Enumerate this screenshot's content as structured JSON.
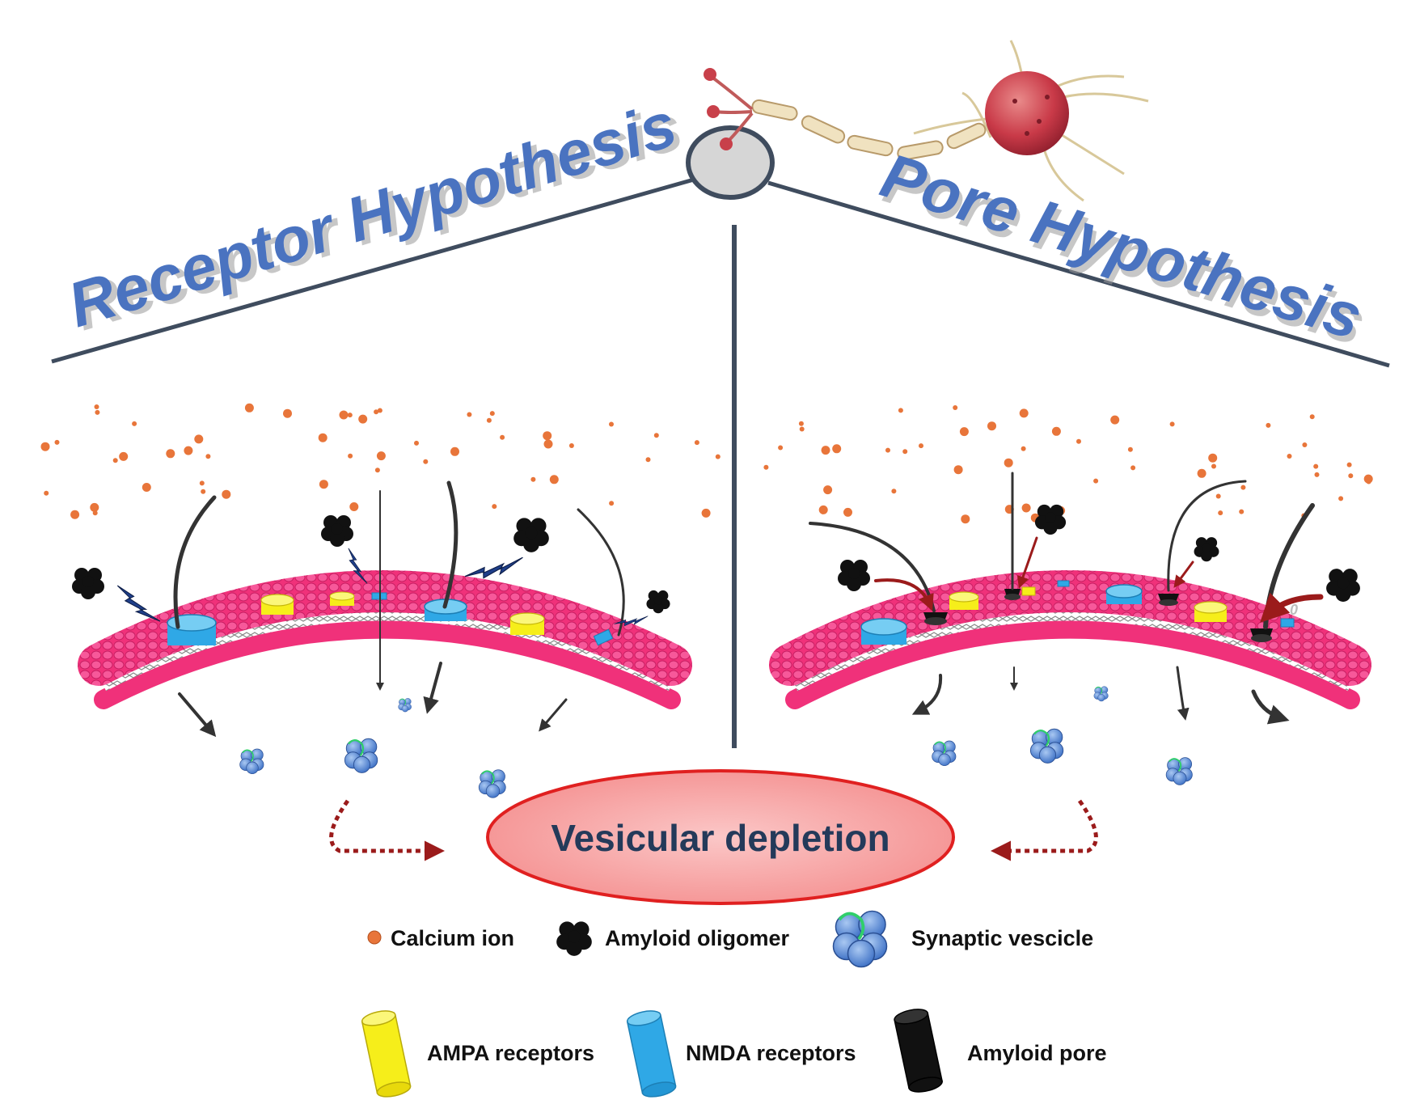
{
  "titles": {
    "left": "Receptor Hypothesis",
    "right": "Pore Hypothesis"
  },
  "center": {
    "label": "Vesicular depletion"
  },
  "legend": {
    "row1": [
      {
        "icon": "calcium-ion-icon",
        "label": "Calcium ion"
      },
      {
        "icon": "amyloid-oligomer-icon",
        "label": "Amyloid oligomer"
      },
      {
        "icon": "synaptic-vesicle-icon",
        "label": "Synaptic vescicle"
      }
    ],
    "row2": [
      {
        "icon": "ampa-receptor-icon",
        "label": "AMPA receptors"
      },
      {
        "icon": "nmda-receptor-icon",
        "label": "NMDA receptors"
      },
      {
        "icon": "amyloid-pore-icon",
        "label": "Amyloid pore"
      }
    ]
  },
  "stray_mark": "0",
  "colors": {
    "title_blue": "#4a73c0",
    "membrane_pink": "#f0317a",
    "calcium_orange": "#e8753a",
    "ampa_yellow": "#f6ee1a",
    "nmda_blue": "#2fa8e6",
    "amyloid_black": "#111111",
    "vesicle_blue": "#4f84d6",
    "ellipse_fill": "#f7a8a8",
    "ellipse_stroke": "#e02020",
    "arrow_red": "#9b1b1b",
    "line_slate": "#3f4c5e"
  }
}
